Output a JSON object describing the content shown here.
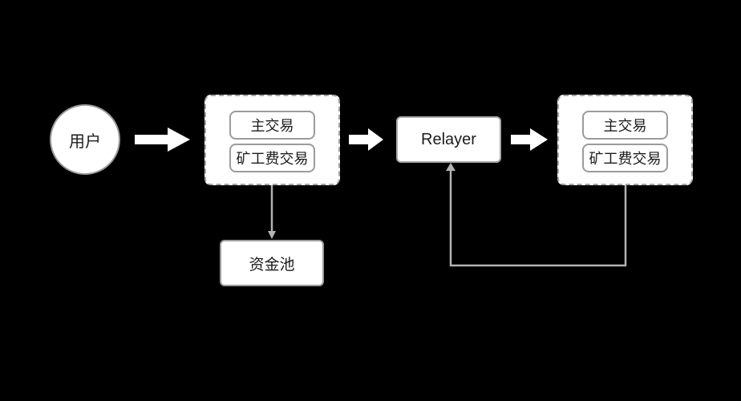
{
  "diagram": {
    "background_color": "#000000",
    "node_fill_color": "#ffffff",
    "node_border_color": "#9b9b9b",
    "dashed_border_color": "#a4a4a4",
    "connector_color": "#b3b3b3",
    "block_arrow_color": "#ffffff",
    "text_color": "#1c1c1c",
    "nodes": {
      "user": {
        "label": "用户",
        "shape": "circle"
      },
      "source_group": {
        "shape": "dashed-container",
        "items": [
          {
            "label": "主交易"
          },
          {
            "label": "矿工费交易"
          }
        ]
      },
      "relayer": {
        "label": "Relayer",
        "shape": "rounded-rect"
      },
      "dest_group": {
        "shape": "dashed-container",
        "items": [
          {
            "label": "主交易"
          },
          {
            "label": "矿工费交易"
          }
        ]
      },
      "fund_pool": {
        "label": "资金池",
        "shape": "rounded-rect"
      }
    },
    "edges": [
      {
        "from": "user",
        "to": "source_group",
        "style": "block-arrow",
        "direction": "right"
      },
      {
        "from": "source_group",
        "to": "relayer",
        "style": "block-arrow",
        "direction": "right"
      },
      {
        "from": "relayer",
        "to": "dest_group",
        "style": "block-arrow",
        "direction": "right"
      },
      {
        "from": "source_group",
        "to": "fund_pool",
        "style": "thin-arrow",
        "direction": "down"
      },
      {
        "from": "dest_group",
        "to": "relayer",
        "style": "thin-arrow",
        "direction": "down-left-up"
      }
    ]
  }
}
